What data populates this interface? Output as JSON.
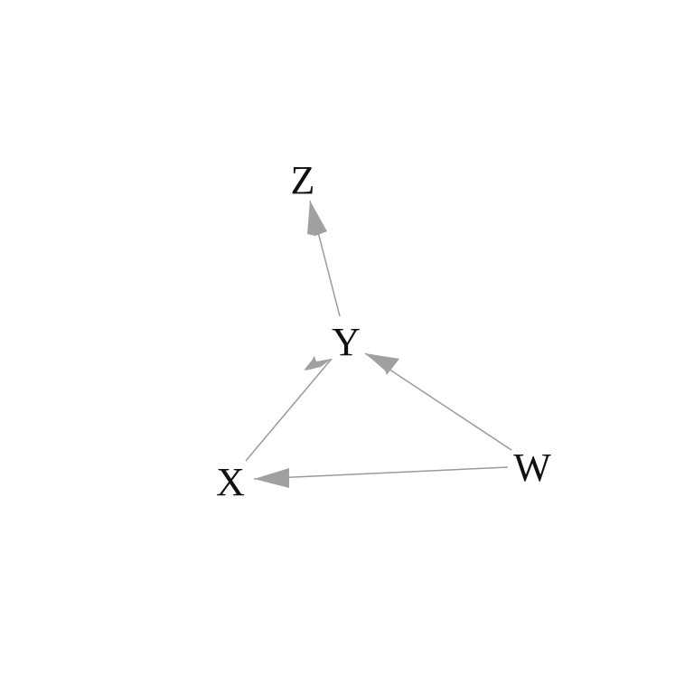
{
  "diagram": {
    "type": "directed-graph",
    "colors": {
      "node_text": "#111111",
      "edge": "#9a9a9a",
      "arrowhead": "#a0a0a0",
      "background": "#ffffff"
    },
    "nodes": [
      {
        "id": "Z",
        "label": "Z"
      },
      {
        "id": "Y",
        "label": "Y"
      },
      {
        "id": "X",
        "label": "X"
      },
      {
        "id": "W",
        "label": "W"
      }
    ],
    "edges": [
      {
        "from": "Y",
        "to": "Z"
      },
      {
        "from": "X",
        "to": "Y"
      },
      {
        "from": "W",
        "to": "Y"
      },
      {
        "from": "W",
        "to": "X"
      }
    ]
  }
}
